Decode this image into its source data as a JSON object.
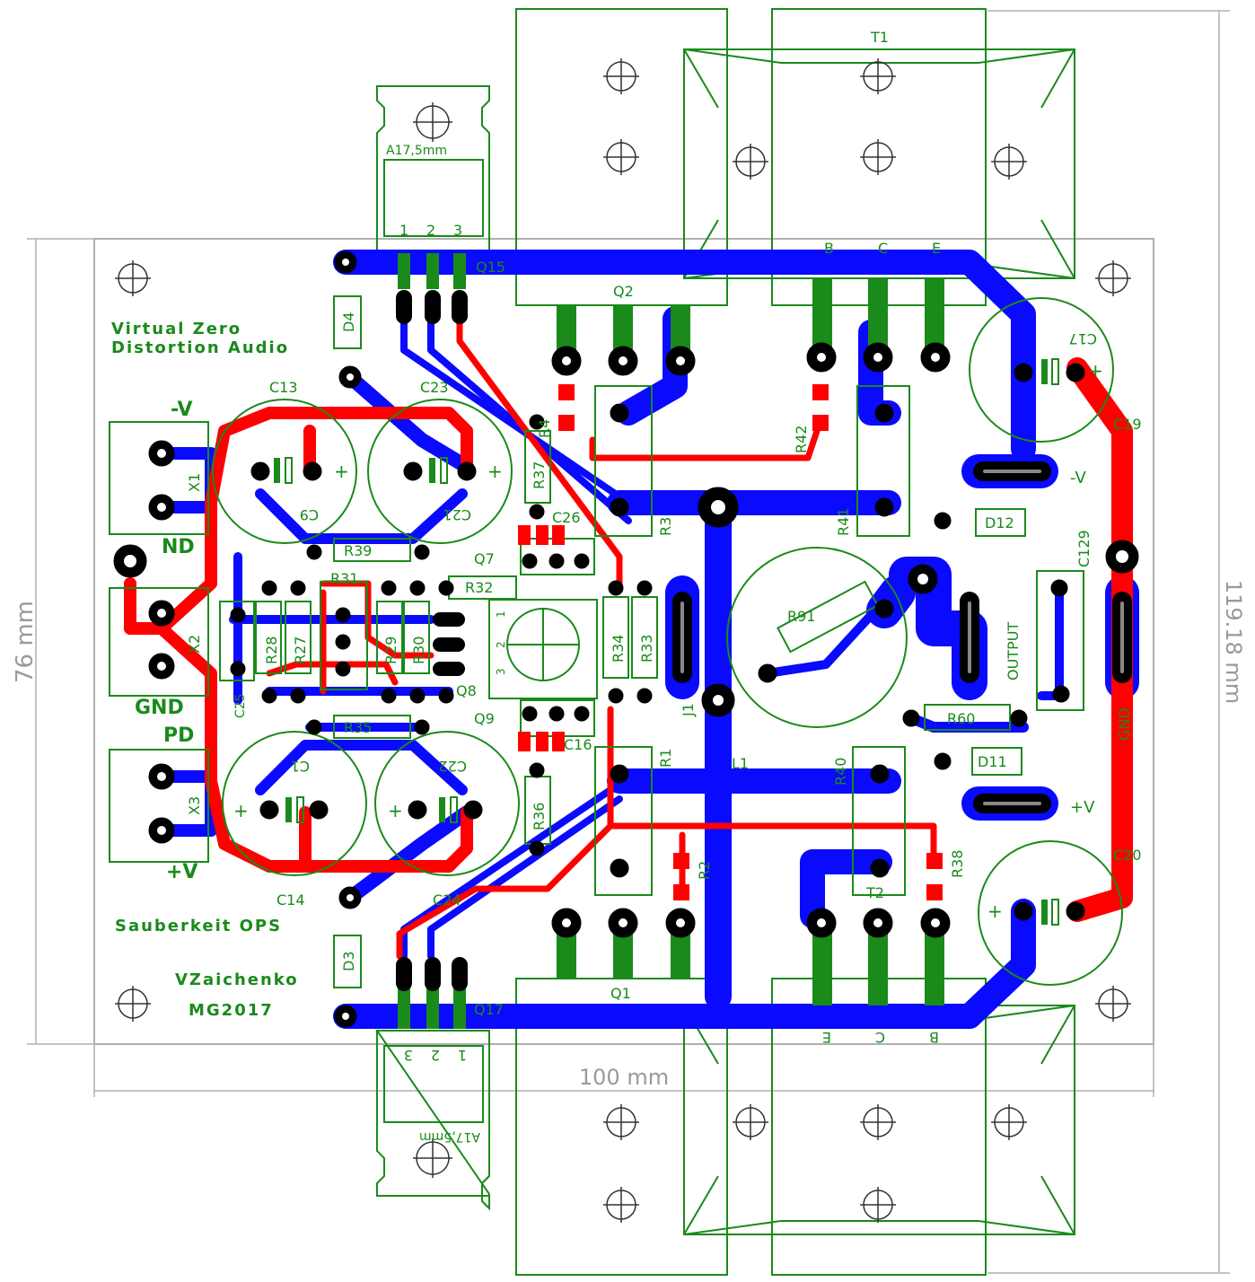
{
  "credits": {
    "line1": "Virtual Zero",
    "line2": "Distortion Audio",
    "line3": "Sauberkeit OPS",
    "author": "VZaichenko",
    "year": "MG2017"
  },
  "dimensions": {
    "height_left": "76 mm",
    "height_right": "119.18 mm",
    "width_bottom": "100 mm"
  },
  "terminals": {
    "neg_v": "-V",
    "nd": "ND",
    "gnd_left": "GND",
    "pd": "PD",
    "pos_v": "+V",
    "x1": "X1",
    "x2": "X2",
    "x3": "X3"
  },
  "transistor_pkg": {
    "top_label": "A17,5mm",
    "top_pins": [
      "1",
      "2",
      "3"
    ],
    "bottom_label": "A17,5mm",
    "bottom_pins": [
      "3",
      "2",
      "1"
    ]
  },
  "labels": {
    "T1": "T1",
    "T2": "T2",
    "Q1": "Q1",
    "Q2": "Q2",
    "Q7": "Q7",
    "Q8": "Q8",
    "Q9": "Q9",
    "Q15": "Q15",
    "Q17": "Q17",
    "C13": "C13",
    "C23": "C23",
    "C9": "C9",
    "C21": "C21",
    "C14": "C14",
    "C24": "C24",
    "C1": "C1",
    "C22": "C22",
    "C26": "C26",
    "C16": "C16",
    "C25": "C25",
    "C17": "C17",
    "C19": "C19",
    "C20": "C20",
    "C129": "C129",
    "R1": "R1",
    "R2": "R2",
    "R3": "R3",
    "R4": "R4",
    "R27": "R27",
    "R28": "R28",
    "R29": "R29",
    "R30": "R30",
    "R31": "R31",
    "R32": "R32",
    "R33": "R33",
    "R34": "R34",
    "R35": "R35",
    "R36": "R36",
    "R37": "R37",
    "R38": "R38",
    "R39": "R39",
    "R40": "R40",
    "R41": "R41",
    "R42": "R42",
    "R60": "R60",
    "R91": "R91",
    "D3": "D3",
    "D4": "D4",
    "D11": "D11",
    "D12": "D12",
    "L1": "L1",
    "J1": "J1",
    "output": "OUTPUT",
    "gnd_right": "GND",
    "neg_v_right": "-V",
    "pos_v_right": "+V",
    "plus": "+",
    "t1_pins": [
      "B",
      "C",
      "E"
    ],
    "t2_pins": [
      "E",
      "C",
      "B"
    ],
    "pot_pins": [
      "1",
      "2",
      "3"
    ]
  },
  "colors": {
    "top_copper": "#ff0000",
    "bottom_copper": "#0000ff",
    "silkscreen": "#1a8a1a",
    "pad": "#000000",
    "dimension": "#9a9a9a"
  }
}
